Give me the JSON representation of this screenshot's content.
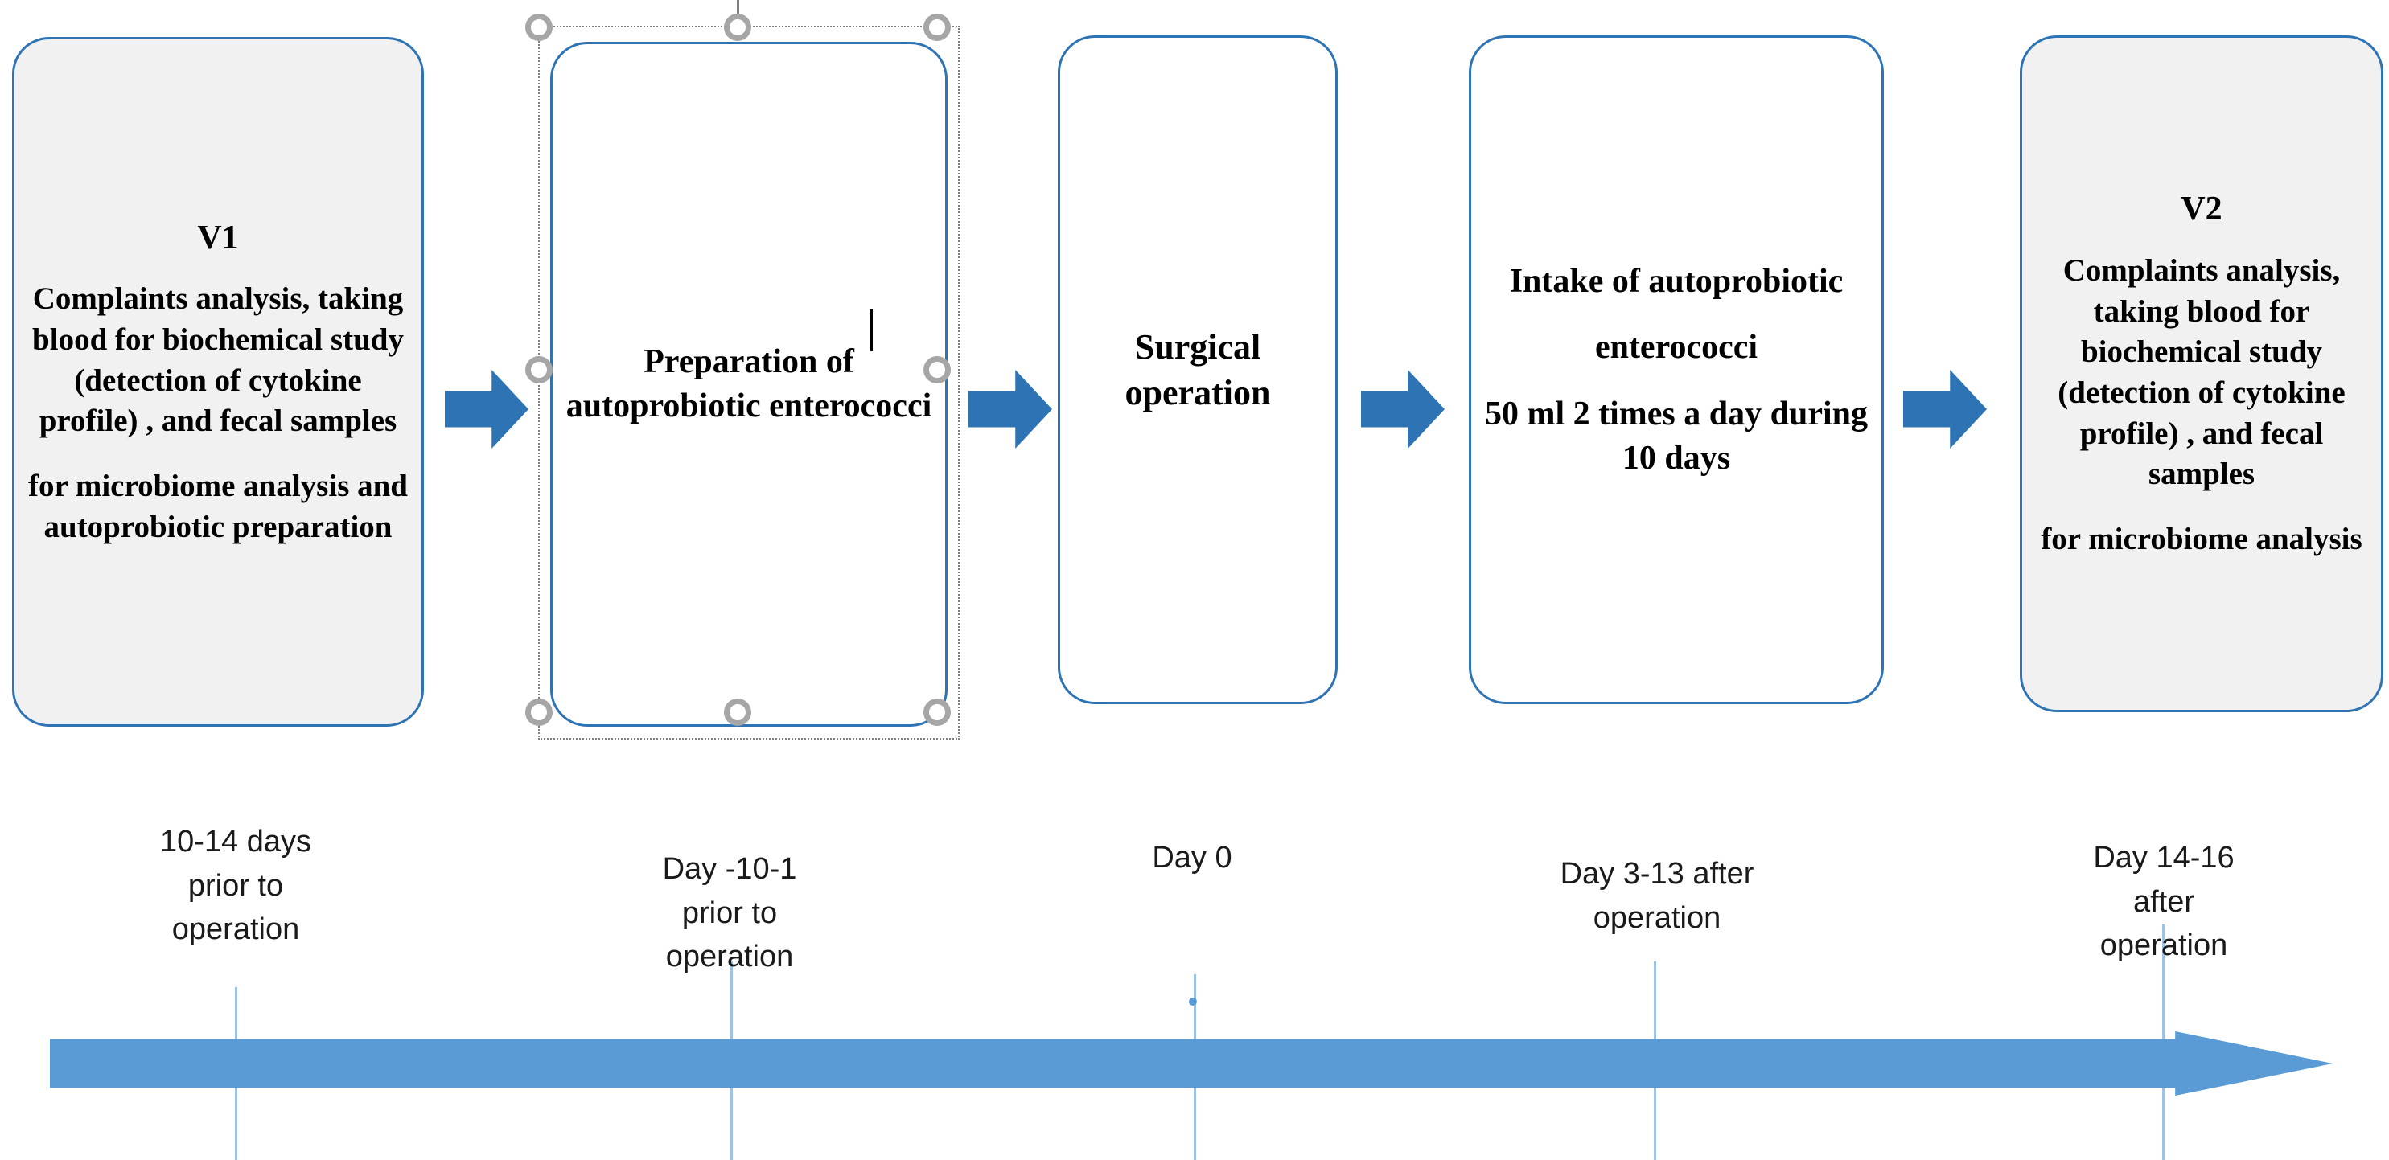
{
  "diagram": {
    "title": "Clinical study design flow with timeline",
    "colors": {
      "box_border": "#2E74B5",
      "box_fill_gray": "#F1F1F1",
      "box_fill_white": "#FFFFFF",
      "connector_arrow": "#2E74B5",
      "timeline_bar": "#5B9BD5",
      "tick_line": "#9DC3E6",
      "selection_handle": "#A6A6A6",
      "selection_outline": "#7F7F7F"
    },
    "boxes": [
      {
        "id": "v1",
        "title": "V1",
        "fill": "gray",
        "selected": false,
        "paragraphs": [
          "Complaints analysis, taking blood for biochemical study (detection of cytokine profile) , and fecal samples",
          "for microbiome analysis and autoprobiotic preparation"
        ]
      },
      {
        "id": "preparation",
        "title": "",
        "fill": "white",
        "selected": true,
        "paragraphs": [
          "Preparation of autoprobiotic enterococci"
        ]
      },
      {
        "id": "surgery",
        "title": "",
        "fill": "white",
        "selected": false,
        "paragraphs": [
          "Surgical operation"
        ]
      },
      {
        "id": "intake",
        "title": "",
        "fill": "white",
        "selected": false,
        "paragraphs": [
          "Intake of autoprobiotic",
          "enterococci",
          "50 ml 2 times a day during 10 days"
        ]
      },
      {
        "id": "v2",
        "title": "V2",
        "fill": "gray",
        "selected": false,
        "paragraphs": [
          "Complaints analysis, taking blood for biochemical study (detection of cytokine profile) , and fecal samples",
          "for microbiome analysis"
        ]
      }
    ],
    "connectors": [
      {
        "id": "arrow-1",
        "icon": "right-block-arrow-icon"
      },
      {
        "id": "arrow-2",
        "icon": "right-block-arrow-icon"
      },
      {
        "id": "arrow-3",
        "icon": "right-block-arrow-icon"
      },
      {
        "id": "arrow-4",
        "icon": "right-block-arrow-icon"
      }
    ],
    "selection": {
      "handles": [
        "top-left",
        "top-center",
        "top-right",
        "middle-left",
        "middle-right",
        "bottom-left",
        "bottom-center",
        "bottom-right"
      ],
      "rotate_handle": "rotate-handle-icon",
      "caret_visible": true,
      "caret_after_text": "Preparation of"
    },
    "timeline": {
      "arrow_icon": "right-block-arrow-icon",
      "direction": "left-to-right",
      "labels": [
        "10-14 days\nprior to\noperation",
        "Day -10-1\nprior to\noperation",
        "Day 0",
        "Day 3-13 after\noperation",
        "Day 14-16\nafter\noperation"
      ],
      "markers": [
        {
          "id": "tick-1",
          "has_dot": false
        },
        {
          "id": "tick-2",
          "has_dot": false
        },
        {
          "id": "tick-3",
          "has_dot": true
        },
        {
          "id": "tick-4",
          "has_dot": false
        },
        {
          "id": "tick-5",
          "has_dot": false
        }
      ]
    }
  }
}
